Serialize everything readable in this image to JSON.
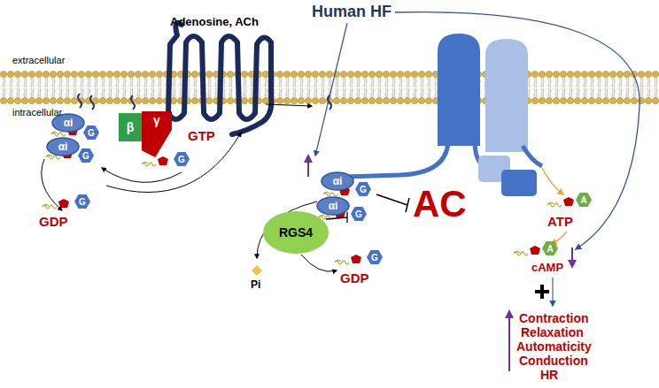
{
  "diagram": {
    "nodes": [
      {
        "text": [
          "αi"
        ]
      },
      {
        "text": [
          "G"
        ]
      },
      {
        "text": [
          "αi"
        ]
      },
      {
        "text": [
          "G"
        ]
      },
      {
        "text": [
          "β"
        ]
      },
      {
        "text": [
          "γ"
        ]
      },
      {
        "text": [
          "G"
        ]
      },
      {
        "text": [
          "G"
        ]
      },
      {
        "text": [
          "αi"
        ]
      },
      {
        "text": [
          "G"
        ]
      },
      {
        "text": [
          "αi"
        ]
      },
      {
        "text": [
          "G"
        ]
      },
      {
        "text": [
          "RGS4"
        ]
      },
      {
        "text": [
          "G"
        ]
      },
      {
        "text": [
          "A"
        ]
      },
      {
        "text": [
          "A"
        ]
      }
    ],
    "labels": [
      "Human HF",
      "Adenosine, ACh",
      "extracellular",
      "intracellular",
      "GTP",
      "GDP",
      "Pi",
      "GDP",
      "AC",
      "ATP",
      "cAMP",
      "Contraction",
      "Relaxation",
      "Automaticity",
      "Conduction",
      "HR"
    ]
  }
}
